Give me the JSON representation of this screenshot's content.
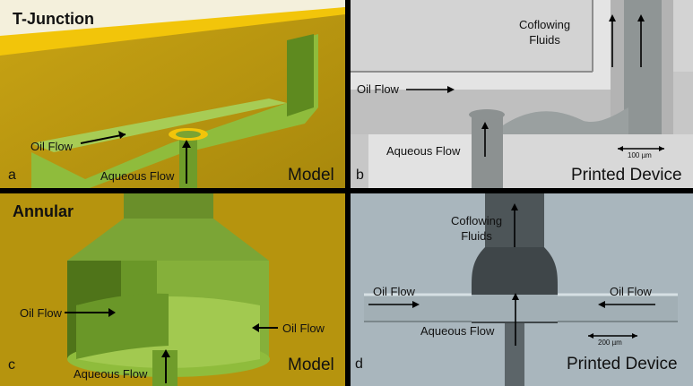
{
  "figure": {
    "panel_a": {
      "title": "T-Junction",
      "oil_label": "Oil Flow",
      "aqueous_label": "Aqueous Flow",
      "corner_label": "Model",
      "letter": "a"
    },
    "panel_b": {
      "coflow_label": "Coflowing\nFluids",
      "oil_label": "Oil Flow",
      "aqueous_label": "Aqueous Flow",
      "scale_label": "100 µm",
      "corner_label": "Printed Device",
      "letter": "b"
    },
    "panel_c": {
      "title": "Annular",
      "oil_left_label": "Oil Flow",
      "oil_right_label": "Oil Flow",
      "aqueous_label": "Aqueous Flow",
      "corner_label": "Model",
      "letter": "c"
    },
    "panel_d": {
      "coflow_label": "Coflowing\nFluids",
      "oil_left_label": "Oil Flow",
      "oil_right_label": "Oil Flow",
      "aqueous_label": "Aqueous Flow",
      "scale_label": "200 µm",
      "corner_label": "Printed Device",
      "letter": "d"
    }
  },
  "colors": {
    "model_background": "#b8960e",
    "model_channel": "#8fbc3c",
    "model_channel_dark": "#5e8a1f",
    "model_highlight": "#f2c50a",
    "micrograph_b": "#c9c9c9",
    "micrograph_d": "#a9b6bd",
    "divider": "#000000"
  }
}
